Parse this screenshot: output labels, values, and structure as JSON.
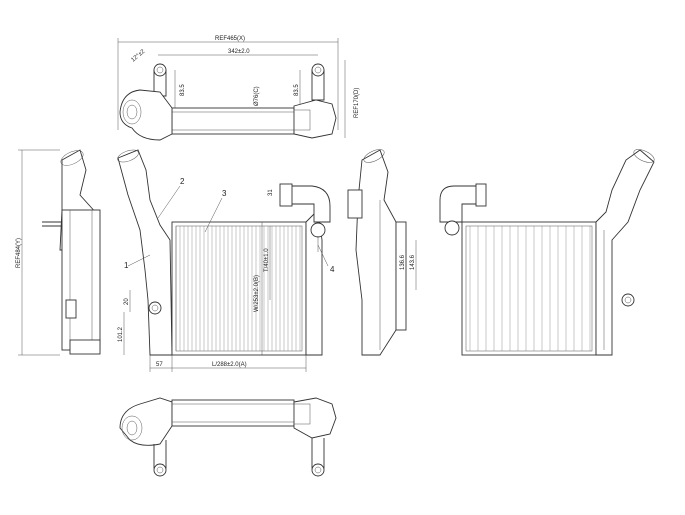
{
  "dimensions": {
    "ref_top_length": "REF465(X)",
    "pitch_342": "342±2.0",
    "angle_12": "12°±2",
    "height_left_83": "83.5",
    "height_right_83": "83.5",
    "tube_dia": "Ø76(C)",
    "ref_right_height": "REF170(D)",
    "left_view_height": "REF484(Y)",
    "core_width": "L/288±2.0(A)",
    "core_height": "W/253±2.0(B)",
    "core_thickness": "T/40±1.0",
    "offset_57": "57",
    "inlet_20": "20",
    "inlet_101": "101.2",
    "side_136": "136.6",
    "side_143": "143.6",
    "small_31": "31"
  },
  "callouts": {
    "c1": "1",
    "c2": "2",
    "c3": "3",
    "c4": "4"
  }
}
